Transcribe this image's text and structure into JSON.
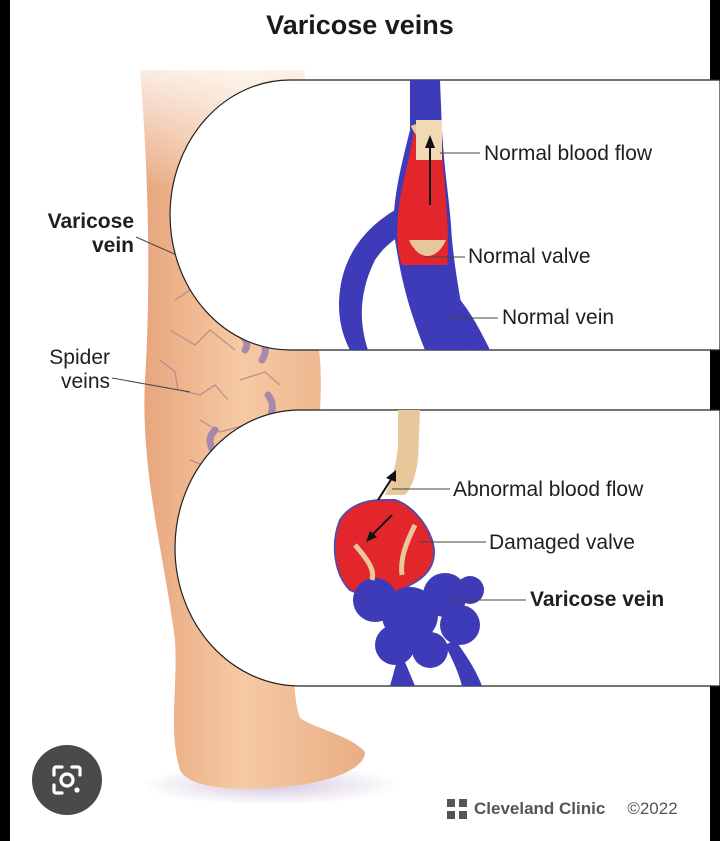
{
  "title": "Varicose veins",
  "labels": {
    "varicose_vein_left_line1": "Varicose",
    "varicose_vein_left_line2": "vein",
    "spider_veins_line1": "Spider",
    "spider_veins_line2": "veins",
    "normal_blood_flow": "Normal blood flow",
    "normal_valve": "Normal valve",
    "normal_vein": "Normal vein",
    "abnormal_blood_flow": "Abnormal blood flow",
    "damaged_valve": "Damaged valve",
    "varicose_vein_right": "Varicose vein"
  },
  "footer": {
    "brand": "Cleveland Clinic",
    "copyright": "©2022"
  },
  "icons": {
    "lens": "google-lens-icon",
    "brand_logo": "cleveland-clinic-logo"
  },
  "colors": {
    "skin": "#f3c19a",
    "vein_blue": "#3d3bb8",
    "blood_red": "#e3262b",
    "valve_tan": "#e8c89a",
    "varicose_purple": "#9a7fae"
  }
}
